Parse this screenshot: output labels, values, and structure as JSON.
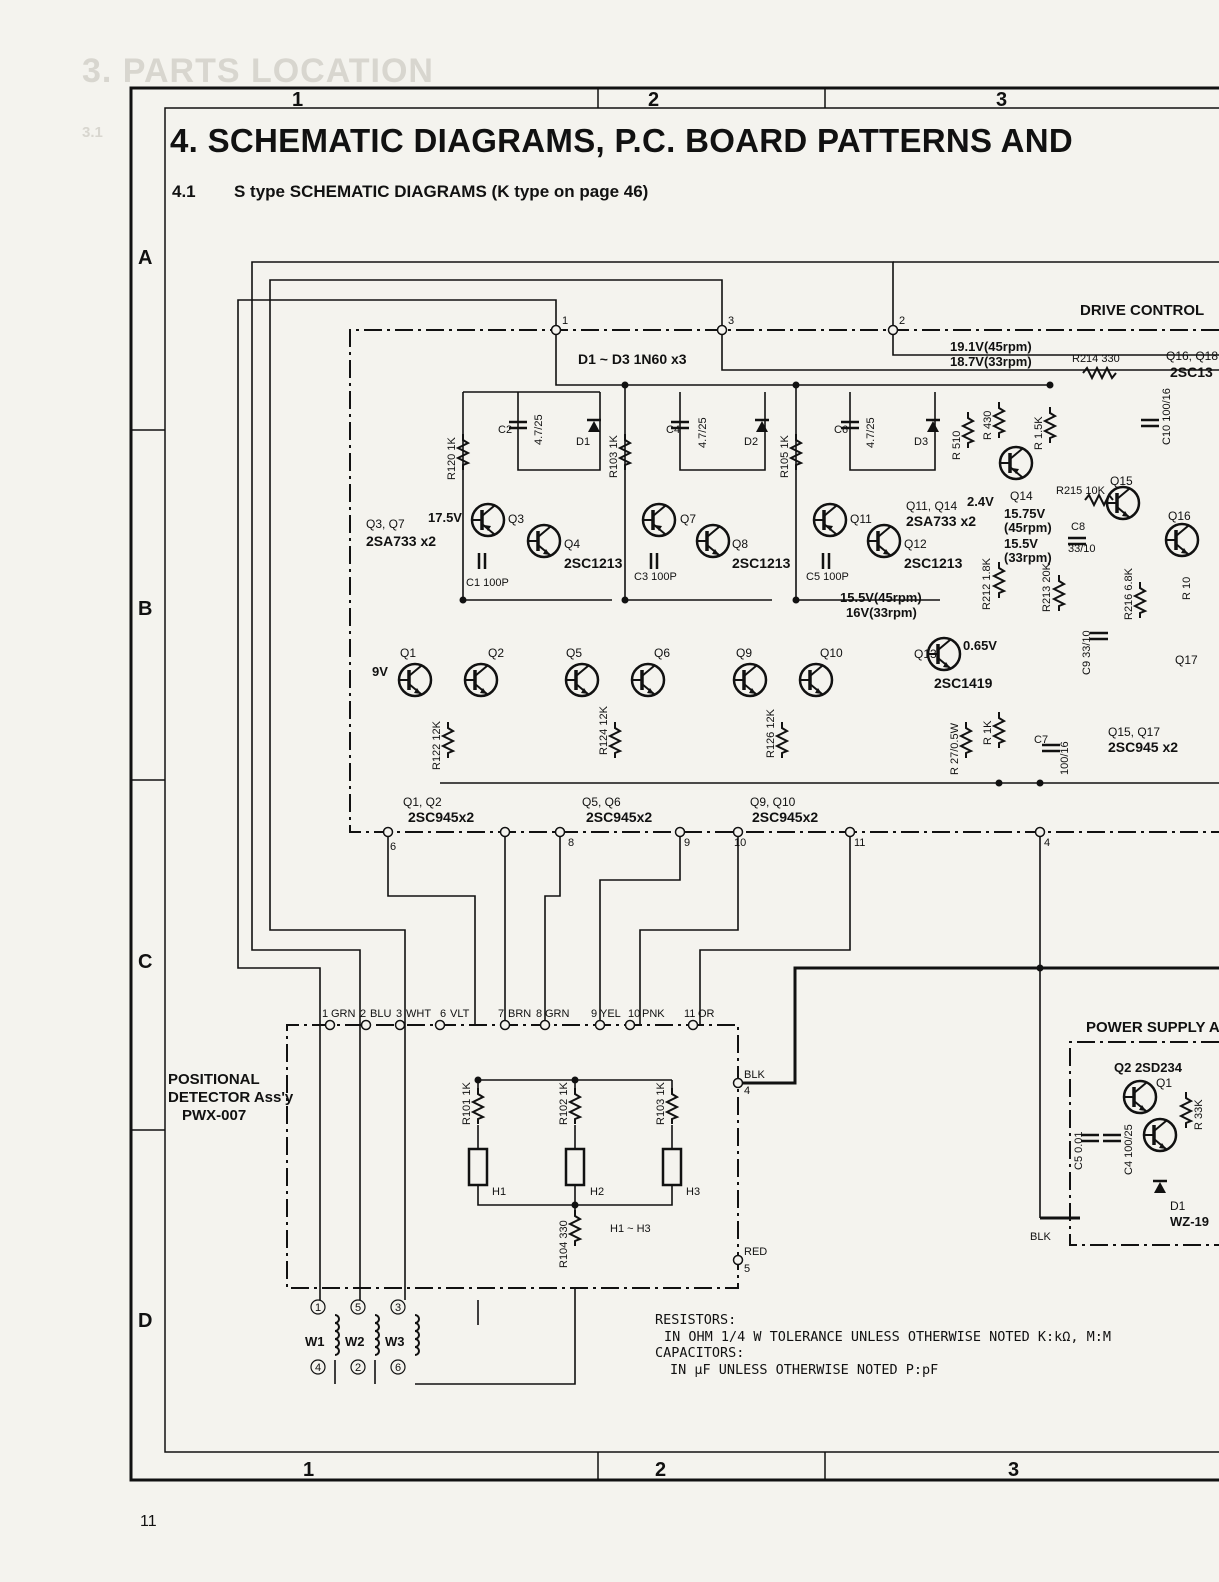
{
  "page": {
    "faded_heading": "3. PARTS LOCATION",
    "faded_subheading": "3.1",
    "title": "4. SCHEMATIC DIAGRAMS, P.C. BOARD PATTERNS AND",
    "section_number": "4.1",
    "section_title": "S type SCHEMATIC DIAGRAMS (K type on page 46)",
    "page_number": "11"
  },
  "grid": {
    "columns": [
      "1",
      "2",
      "3"
    ],
    "rows": [
      "A",
      "B",
      "C",
      "D"
    ]
  },
  "blocks": {
    "drive_control": "DRIVE CONTROL",
    "power_supply": "POWER SUPPLY A",
    "positional_detector": [
      "POSITIONAL",
      "DETECTOR Ass'y",
      "PWX-007"
    ]
  },
  "transistors": {
    "q1": "Q1",
    "q2": "Q2",
    "q3": "Q3",
    "q4": "Q4",
    "q5": "Q5",
    "q6": "Q6",
    "q7": "Q7",
    "q8": "Q8",
    "q9": "Q9",
    "q10": "Q10",
    "q11": "Q11",
    "q12": "Q12",
    "q13": "Q13",
    "q14": "Q14",
    "q15": "Q15",
    "q16": "Q16",
    "q17": "Q17",
    "q16_q18": "Q16, Q18",
    "ps_q1": "Q1",
    "ps_q2": "Q2 2SD234"
  },
  "part_numbers": {
    "q3_q7": "Q3, Q7",
    "q3_q7_type": "2SA733 x2",
    "q4_type": "2SC1213",
    "q8_type": "2SC1213",
    "q12_type": "2SC1213",
    "q11_q14": "Q11, Q14",
    "q11_q14_type": "2SA733 x2",
    "q13_type": "2SC1419",
    "q1_q2": "Q1, Q2",
    "q1_q2_type": "2SC945x2",
    "q5_q6": "Q5, Q6",
    "q5_q6_type": "2SC945x2",
    "q9_q10": "Q9, Q10",
    "q9_q10_type": "2SC945x2",
    "q15_q17": "Q15, Q17",
    "q15_q17_type": "2SC945 x2",
    "q16_type": "2SC13",
    "diodes": "D1 ~ D3 1N60 x3",
    "ps_d1": "D1",
    "ps_d1_type": "WZ-19"
  },
  "components": {
    "r120": "R120 1K",
    "r103": "R103 1K",
    "r105": "R105 1K",
    "c2": "C2",
    "c2v": "4.7/25",
    "c4": "C4",
    "c4v": "4.7/25",
    "c6": "C6",
    "c6v": "4.7/25",
    "d1": "D1",
    "d2": "D2",
    "d3": "D3",
    "c1": "C1 100P",
    "c3": "C3 100P",
    "c5": "C5 100P",
    "r122": "R122 12K",
    "r124": "R124 12K",
    "r126": "R126 12K",
    "r214": "R214 330",
    "r215": "R215 10K",
    "r213": "R213 20K",
    "r216": "R216 6.8K",
    "r212": "R212 1.8K",
    "r2_10": "R 10",
    "r211": "R 1K",
    "r210": "R 27/0.5W",
    "r_430": "R 430",
    "r_510": "R 510",
    "r_15k": "R 1.5K",
    "c8": "C8",
    "c8v": "33/10",
    "c9": "C9 33/10",
    "c7": "C7",
    "c7v": "100/16",
    "c10": "C10 100/16",
    "r101": "R101 1K",
    "r102": "R102 1K",
    "r103b": "R103 1K",
    "r104": "R104 330",
    "h1": "H1",
    "h2": "H2",
    "h3": "H3",
    "h_range": "H1 ~ H3",
    "w1": "W1",
    "w2": "W2",
    "w3": "W3",
    "ps_c5": "C5 0.01",
    "ps_c4": "C4 100/25",
    "ps_r": "R 33K"
  },
  "voltages": {
    "v_175": "17.5V",
    "v_9": "9V",
    "v_24": "2.4V",
    "v_065": "0.65V",
    "v_191": "19.1V(45rpm)",
    "v_187": "18.7V(33rpm)",
    "v_1575": "15.75V",
    "v_1575b": "(45rpm)",
    "v_155": "15.5V",
    "v_155b": "(33rpm)",
    "v_155c": "15.5V(45rpm)",
    "v_16": "16V(33rpm)"
  },
  "connectors": {
    "p1": "1",
    "p2": "2",
    "p3": "3",
    "p4": "4",
    "p6": "6",
    "p8": "8",
    "p9": "9",
    "p10": "10",
    "p11": "11",
    "pins": [
      "1",
      "GRN",
      "2",
      "BLU",
      "3",
      "WHT",
      "6",
      "VLT",
      "7",
      "BRN",
      "8",
      "GRN",
      "9",
      "YEL",
      "10",
      "PNK",
      "11",
      "OR"
    ],
    "blk": "BLK",
    "blk_pin": "4",
    "red": "RED",
    "red_pin": "5",
    "ps_blk": "BLK",
    "coil_top": [
      "1",
      "5",
      "3"
    ],
    "coil_bottom": [
      "4",
      "2",
      "6"
    ]
  },
  "notes": {
    "line1": "RESISTORS:",
    "line2": "IN OHM  1/4 W  TOLERANCE  UNLESS  OTHERWISE  NOTED K:kΩ, M:M",
    "line3": "CAPACITORS:",
    "line4": "IN μF  UNLESS  OTHERWISE  NOTED  P:pF"
  }
}
